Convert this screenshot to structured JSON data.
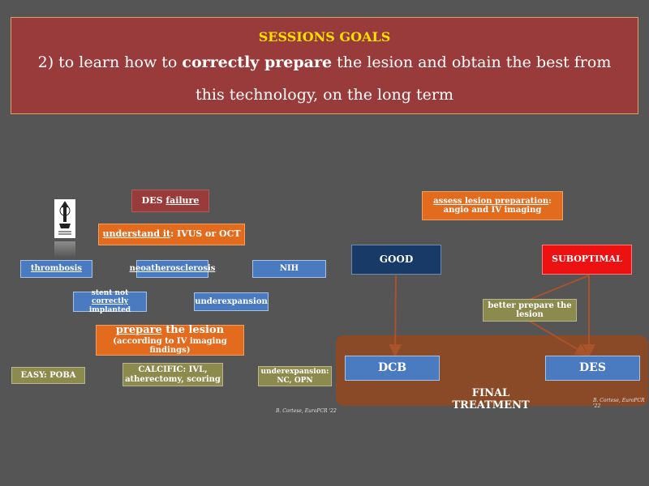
{
  "header": {
    "title": "SESSIONS GOALS",
    "goal_prefix": "2) to learn how to ",
    "goal_bold": "correctly prepare",
    "goal_suffix": " the lesion and obtain the best from this technology, on the long term"
  },
  "left": {
    "des_failure_pre": "DES ",
    "des_failure_u": "failure",
    "understand_u": "understand it",
    "understand_rest": ": IVUS or OCT",
    "thrombosis": "thrombosis",
    "neoatherosclerosis": "neoatherosclerosis",
    "nih": "NIH",
    "stent_line1_pre": "stent not ",
    "stent_line1_u": "correctly",
    "stent_line2": "implanted",
    "underexpansion": "underexpansion",
    "prepare_u": "prepare",
    "prepare_rest": " the lesion",
    "prepare_sub": "(according to IV imaging findings)",
    "easy": "EASY: POBA",
    "calcific_line1": "CALCIFIC: IVL,",
    "calcific_line2": "atherectomy, scoring",
    "underexp2_line1": "underexpansion:",
    "underexp2_line2": "NC, OPN",
    "credit": "B. Cortese, EuroPCR '22"
  },
  "right": {
    "assess_u": "assess lesion preparation",
    "assess_colon": ":",
    "assess_line2": "angio and IV imaging",
    "good": "GOOD",
    "suboptimal": "SUBOPTIMAL",
    "better_line1": "better prepare the",
    "better_line2": "lesion",
    "dcb": "DCB",
    "des": "DES",
    "final": "FINAL TREATMENT",
    "credit": "B. Cortese, EuroPCR '22"
  },
  "colors": {
    "background": "#555555",
    "header": "#9a3b3b",
    "title": "#ffe000",
    "orange": "#e26b1e",
    "blue": "#4a7abf",
    "olive": "#8c8a4d",
    "navy": "#183a66",
    "red": "#ee1111",
    "final_bg": "#8b4a27"
  },
  "icons": {
    "logo": "lighthouse-logo-icon"
  }
}
